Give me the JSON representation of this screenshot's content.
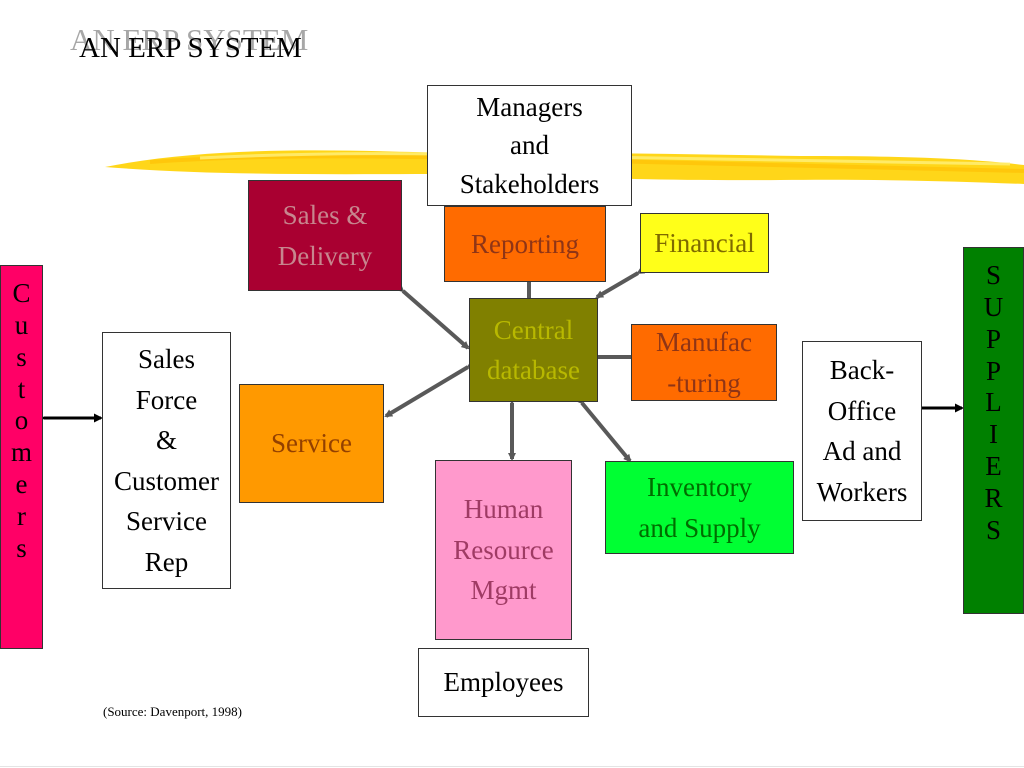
{
  "title": "AN ERP SYSTEM",
  "title_shadow": "AN ERP SYSTEM",
  "source": "(Source: Davenport, 1998)",
  "nodes": {
    "managers": {
      "label": "Managers\nand\nStakeholders",
      "fill": "#ffffff",
      "text_color": "#000000"
    },
    "sales_delivery": {
      "label": "Sales &\nDelivery",
      "fill": "#a90031",
      "text_color": "#c7868e"
    },
    "reporting": {
      "label": "Reporting",
      "fill": "#ff6b00",
      "text_color": "#8f3516"
    },
    "financial": {
      "label": "Financial",
      "fill": "#ffff19",
      "text_color": "#7e6a00"
    },
    "central_database": {
      "label": "Central\ndatabase",
      "fill": "#808000",
      "text_color": "#b8b800"
    },
    "manufacturing": {
      "label": "Manufac\n-turing",
      "fill": "#ff6b00",
      "text_color": "#8f3516"
    },
    "service": {
      "label": "Service",
      "fill": "#ff9900",
      "text_color": "#934000"
    },
    "human_resource": {
      "label": "Human\nResource\nMgmt",
      "fill": "#ff99cc",
      "text_color": "#9f3b64"
    },
    "inventory": {
      "label": "Inventory\nand Supply",
      "fill": "#00ff33",
      "text_color": "#006d00"
    },
    "sales_force": {
      "label": "Sales\nForce\n&\nCustomer\nService\nRep",
      "fill": "#ffffff",
      "text_color": "#000000"
    },
    "back_office": {
      "label": "Back-\nOffice\nAd and\nWorkers",
      "fill": "#ffffff",
      "text_color": "#000000"
    },
    "customers": {
      "label": "C\nu\ns\nt\no\nm\ne\nr\ns",
      "fill": "#ff0066",
      "text_color": "#000000"
    },
    "suppliers": {
      "label": "S\nU\nP\nP\nL\nI\nE\nR\nS",
      "fill": "#008000",
      "text_color": "#000000"
    },
    "employees": {
      "label": "Employees",
      "fill": "#ffffff",
      "text_color": "#000000"
    }
  },
  "connector_color": "#595959",
  "external_connector_color": "#000000",
  "brush_color": "#ffd200"
}
